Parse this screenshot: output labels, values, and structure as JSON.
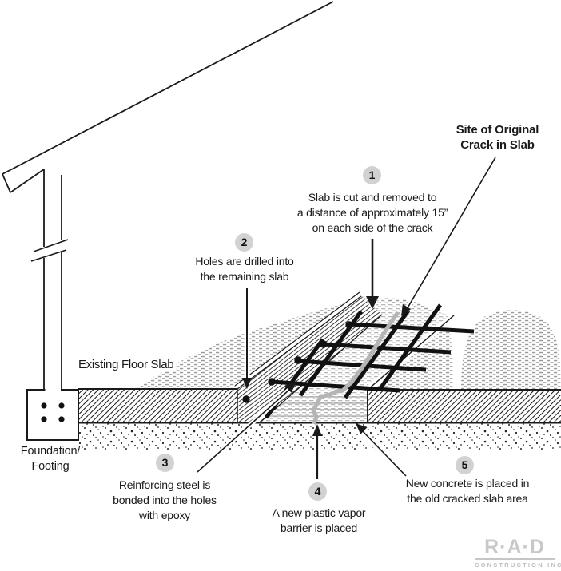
{
  "figure": {
    "type": "slab-crack-repair-detail",
    "site_label": {
      "line1": "Site of Original",
      "line2": "Crack in Slab"
    },
    "existing_slab_label": "Existing Floor Slab",
    "foundation_label": {
      "line1": "Foundation/",
      "line2": "Footing"
    },
    "steps": [
      {
        "number": "1",
        "lines": [
          "Slab is cut and removed to",
          "a distance of approximately 15”",
          "on each side of the crack"
        ]
      },
      {
        "number": "2",
        "lines": [
          "Holes are drilled into",
          "the remaining slab"
        ]
      },
      {
        "number": "3",
        "lines": [
          "Reinforcing steel is",
          "bonded into the holes",
          "with epoxy"
        ]
      },
      {
        "number": "4",
        "lines": [
          "A new plastic vapor",
          "barrier is placed"
        ]
      },
      {
        "number": "5",
        "lines": [
          "New concrete is placed in",
          "the old cracked slab area"
        ]
      }
    ],
    "logo": {
      "name": "R·A·D",
      "subtitle": "CONSTRUCTION INC."
    },
    "colors": {
      "ink": "#1a1a1a",
      "badge_fill": "#d2d2d2",
      "crack_gray": "#b5b5b5",
      "texture_gray": "#9b9b9b",
      "logo_gray": "#c8c8c8"
    }
  }
}
